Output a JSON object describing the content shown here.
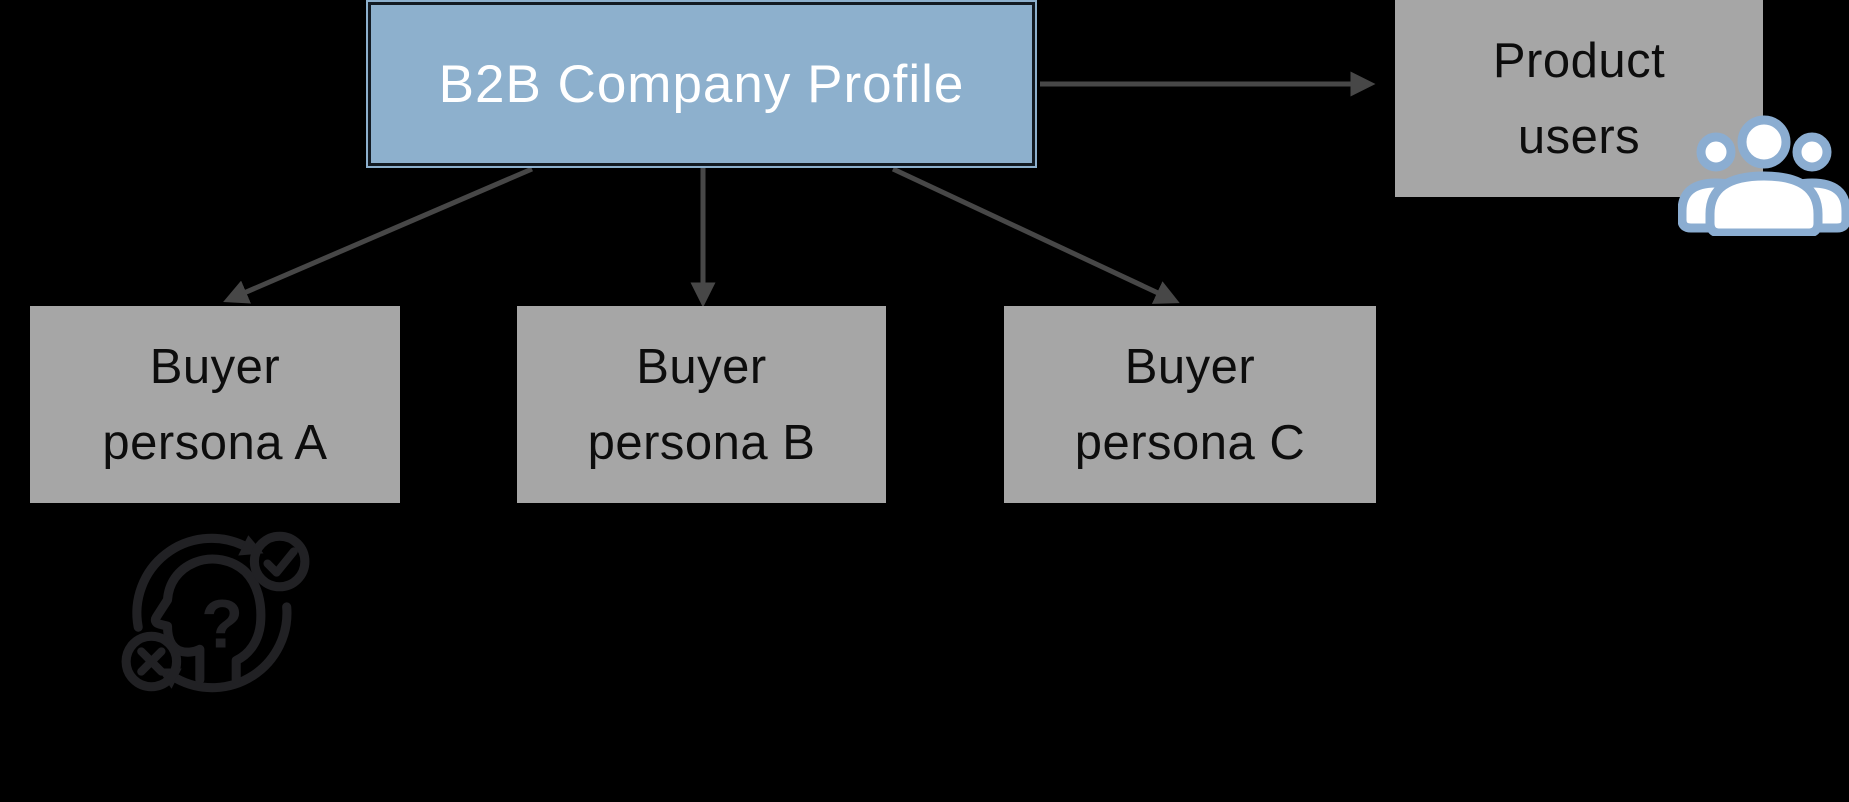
{
  "diagram": {
    "root": {
      "label": "B2B Company Profile"
    },
    "product_users": {
      "lines": [
        "Product",
        "users"
      ]
    },
    "personas": [
      {
        "id": "A",
        "lines": [
          "Buyer",
          "persona A"
        ]
      },
      {
        "id": "B",
        "lines": [
          "Buyer",
          "persona B"
        ]
      },
      {
        "id": "C",
        "lines": [
          "Buyer",
          "persona C"
        ]
      }
    ],
    "edges": [
      {
        "from": "B2B Company Profile",
        "to": "Product users"
      },
      {
        "from": "B2B Company Profile",
        "to": "Buyer persona A"
      },
      {
        "from": "B2B Company Profile",
        "to": "Buyer persona B"
      },
      {
        "from": "B2B Company Profile",
        "to": "Buyer persona C"
      }
    ],
    "icons": {
      "product_users_icon": "three-users-group-icon",
      "persona_research_icon": "decision-head-question-cycle-icon",
      "decision_glyph": "?"
    },
    "colors": {
      "background": "#000000",
      "root_fill": "#8db0cd",
      "root_border": "#121a22",
      "root_text": "#ffffff",
      "gray_fill": "#a6a6a6",
      "gray_text": "#0d0d0d",
      "arrow": "#474747",
      "people_stroke": "#8badd1",
      "people_fill": "#ffffff",
      "decision_stroke": "#212124"
    }
  }
}
